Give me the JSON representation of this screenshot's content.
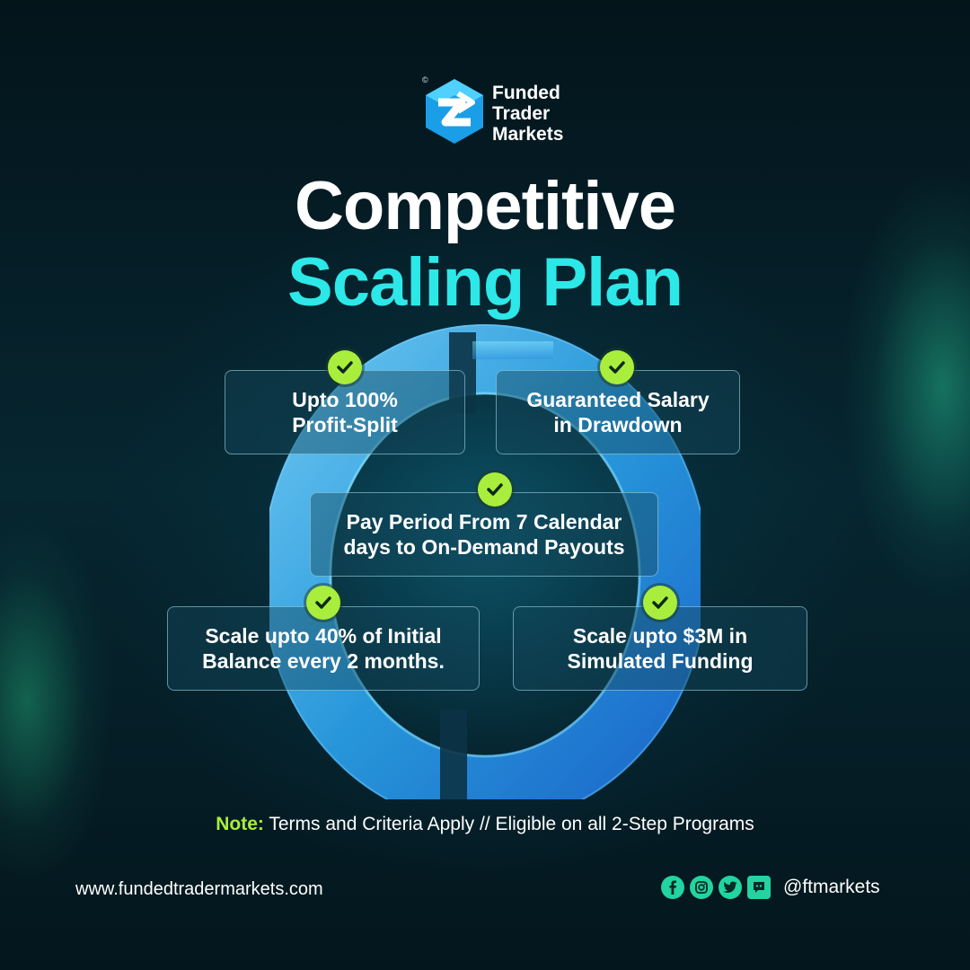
{
  "brand": {
    "copyright_mark": "©",
    "name": "Funded\nTrader\nMarkets",
    "accent_color": "#2de8e8",
    "check_color": "#a9ee3c"
  },
  "headline": {
    "line1": "Competitive",
    "line2": "Scaling Plan"
  },
  "features": [
    {
      "text": "Upto 100%\nProfit-Split",
      "icon": "check-icon"
    },
    {
      "text": "Guaranteed Salary\nin Drawdown",
      "icon": "check-icon"
    },
    {
      "text": "Pay Period From 7 Calendar\ndays to On-Demand Payouts",
      "icon": "check-icon"
    },
    {
      "text": "Scale upto 40% of Initial\nBalance every 2 months.",
      "icon": "check-icon"
    },
    {
      "text": "Scale upto $3M in\nSimulated Funding",
      "icon": "check-icon"
    }
  ],
  "note": {
    "label": "Note:",
    "text": " Terms and Criteria Apply // Eligible on all 2-Step Programs"
  },
  "footer": {
    "website": "www.fundedtradermarkets.com",
    "social_icons": [
      "facebook-icon",
      "instagram-icon",
      "twitter-icon",
      "discord-icon"
    ],
    "handle": "@ftmarkets"
  }
}
